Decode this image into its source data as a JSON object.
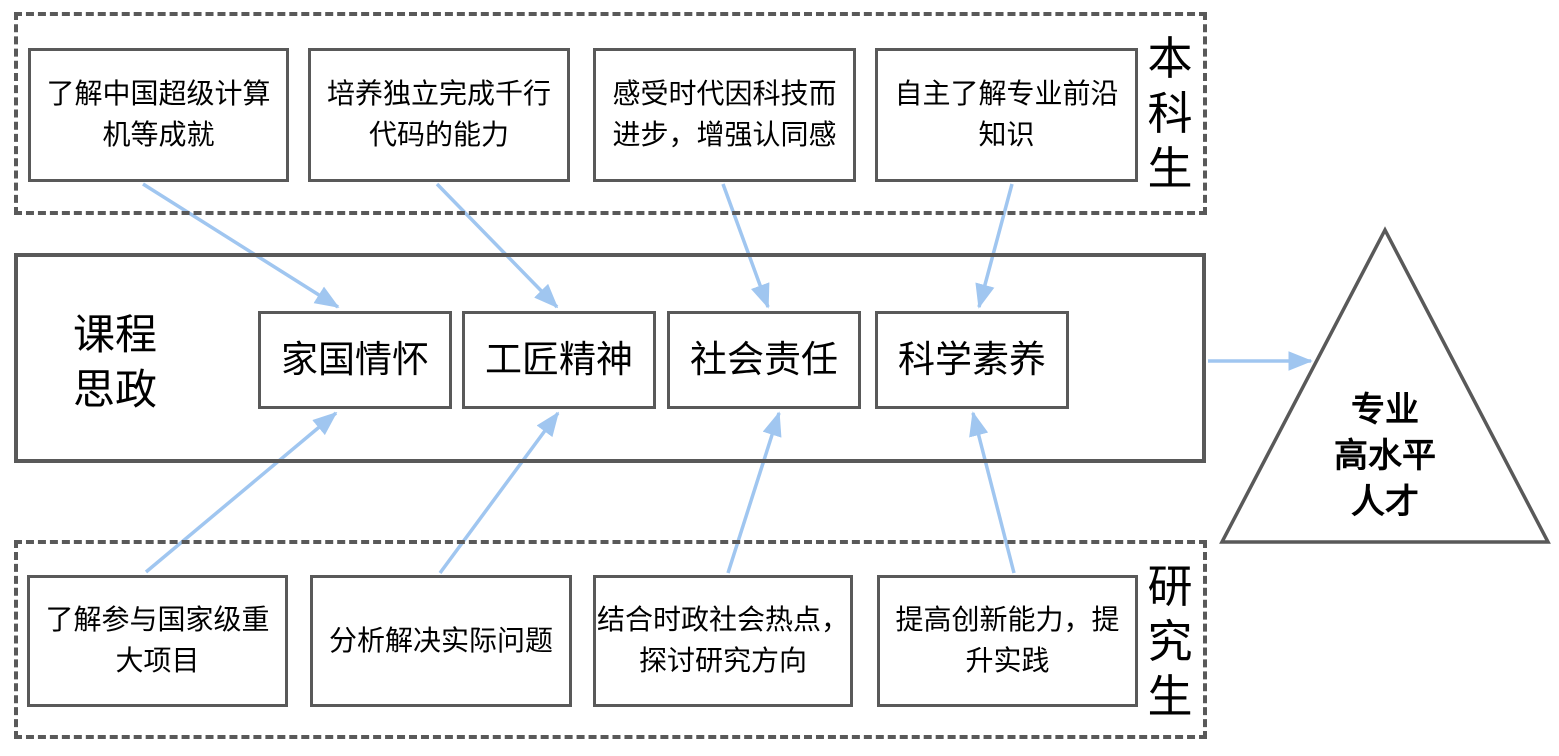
{
  "top_group": {
    "label": "本科生",
    "boxes": [
      {
        "text": "了解中国超级计算\n机等成就"
      },
      {
        "text": "培养独立完成千行\n代码的能力"
      },
      {
        "text": "感受时代因科技而\n进步，增强认同感"
      },
      {
        "text": "自主了解专业前沿\n知识"
      }
    ]
  },
  "middle_band": {
    "label": "课程\n思政",
    "boxes": [
      {
        "text": "家国情怀"
      },
      {
        "text": "工匠精神"
      },
      {
        "text": "社会责任"
      },
      {
        "text": "科学素养"
      }
    ]
  },
  "bottom_group": {
    "label": "研究生",
    "boxes": [
      {
        "text": "了解参与国家级重\n大项目"
      },
      {
        "text": "分析解决实际问题"
      },
      {
        "text": "结合时政社会热点，\n探讨研究方向"
      },
      {
        "text": "提高创新能力，提\n升实践"
      }
    ]
  },
  "goal": {
    "text": "专业\n高水平\n人才"
  },
  "colors": {
    "border_gray": "#595959",
    "arrow_blue": "#a0c6f0",
    "text_black": "#000000",
    "background": "#ffffff"
  }
}
